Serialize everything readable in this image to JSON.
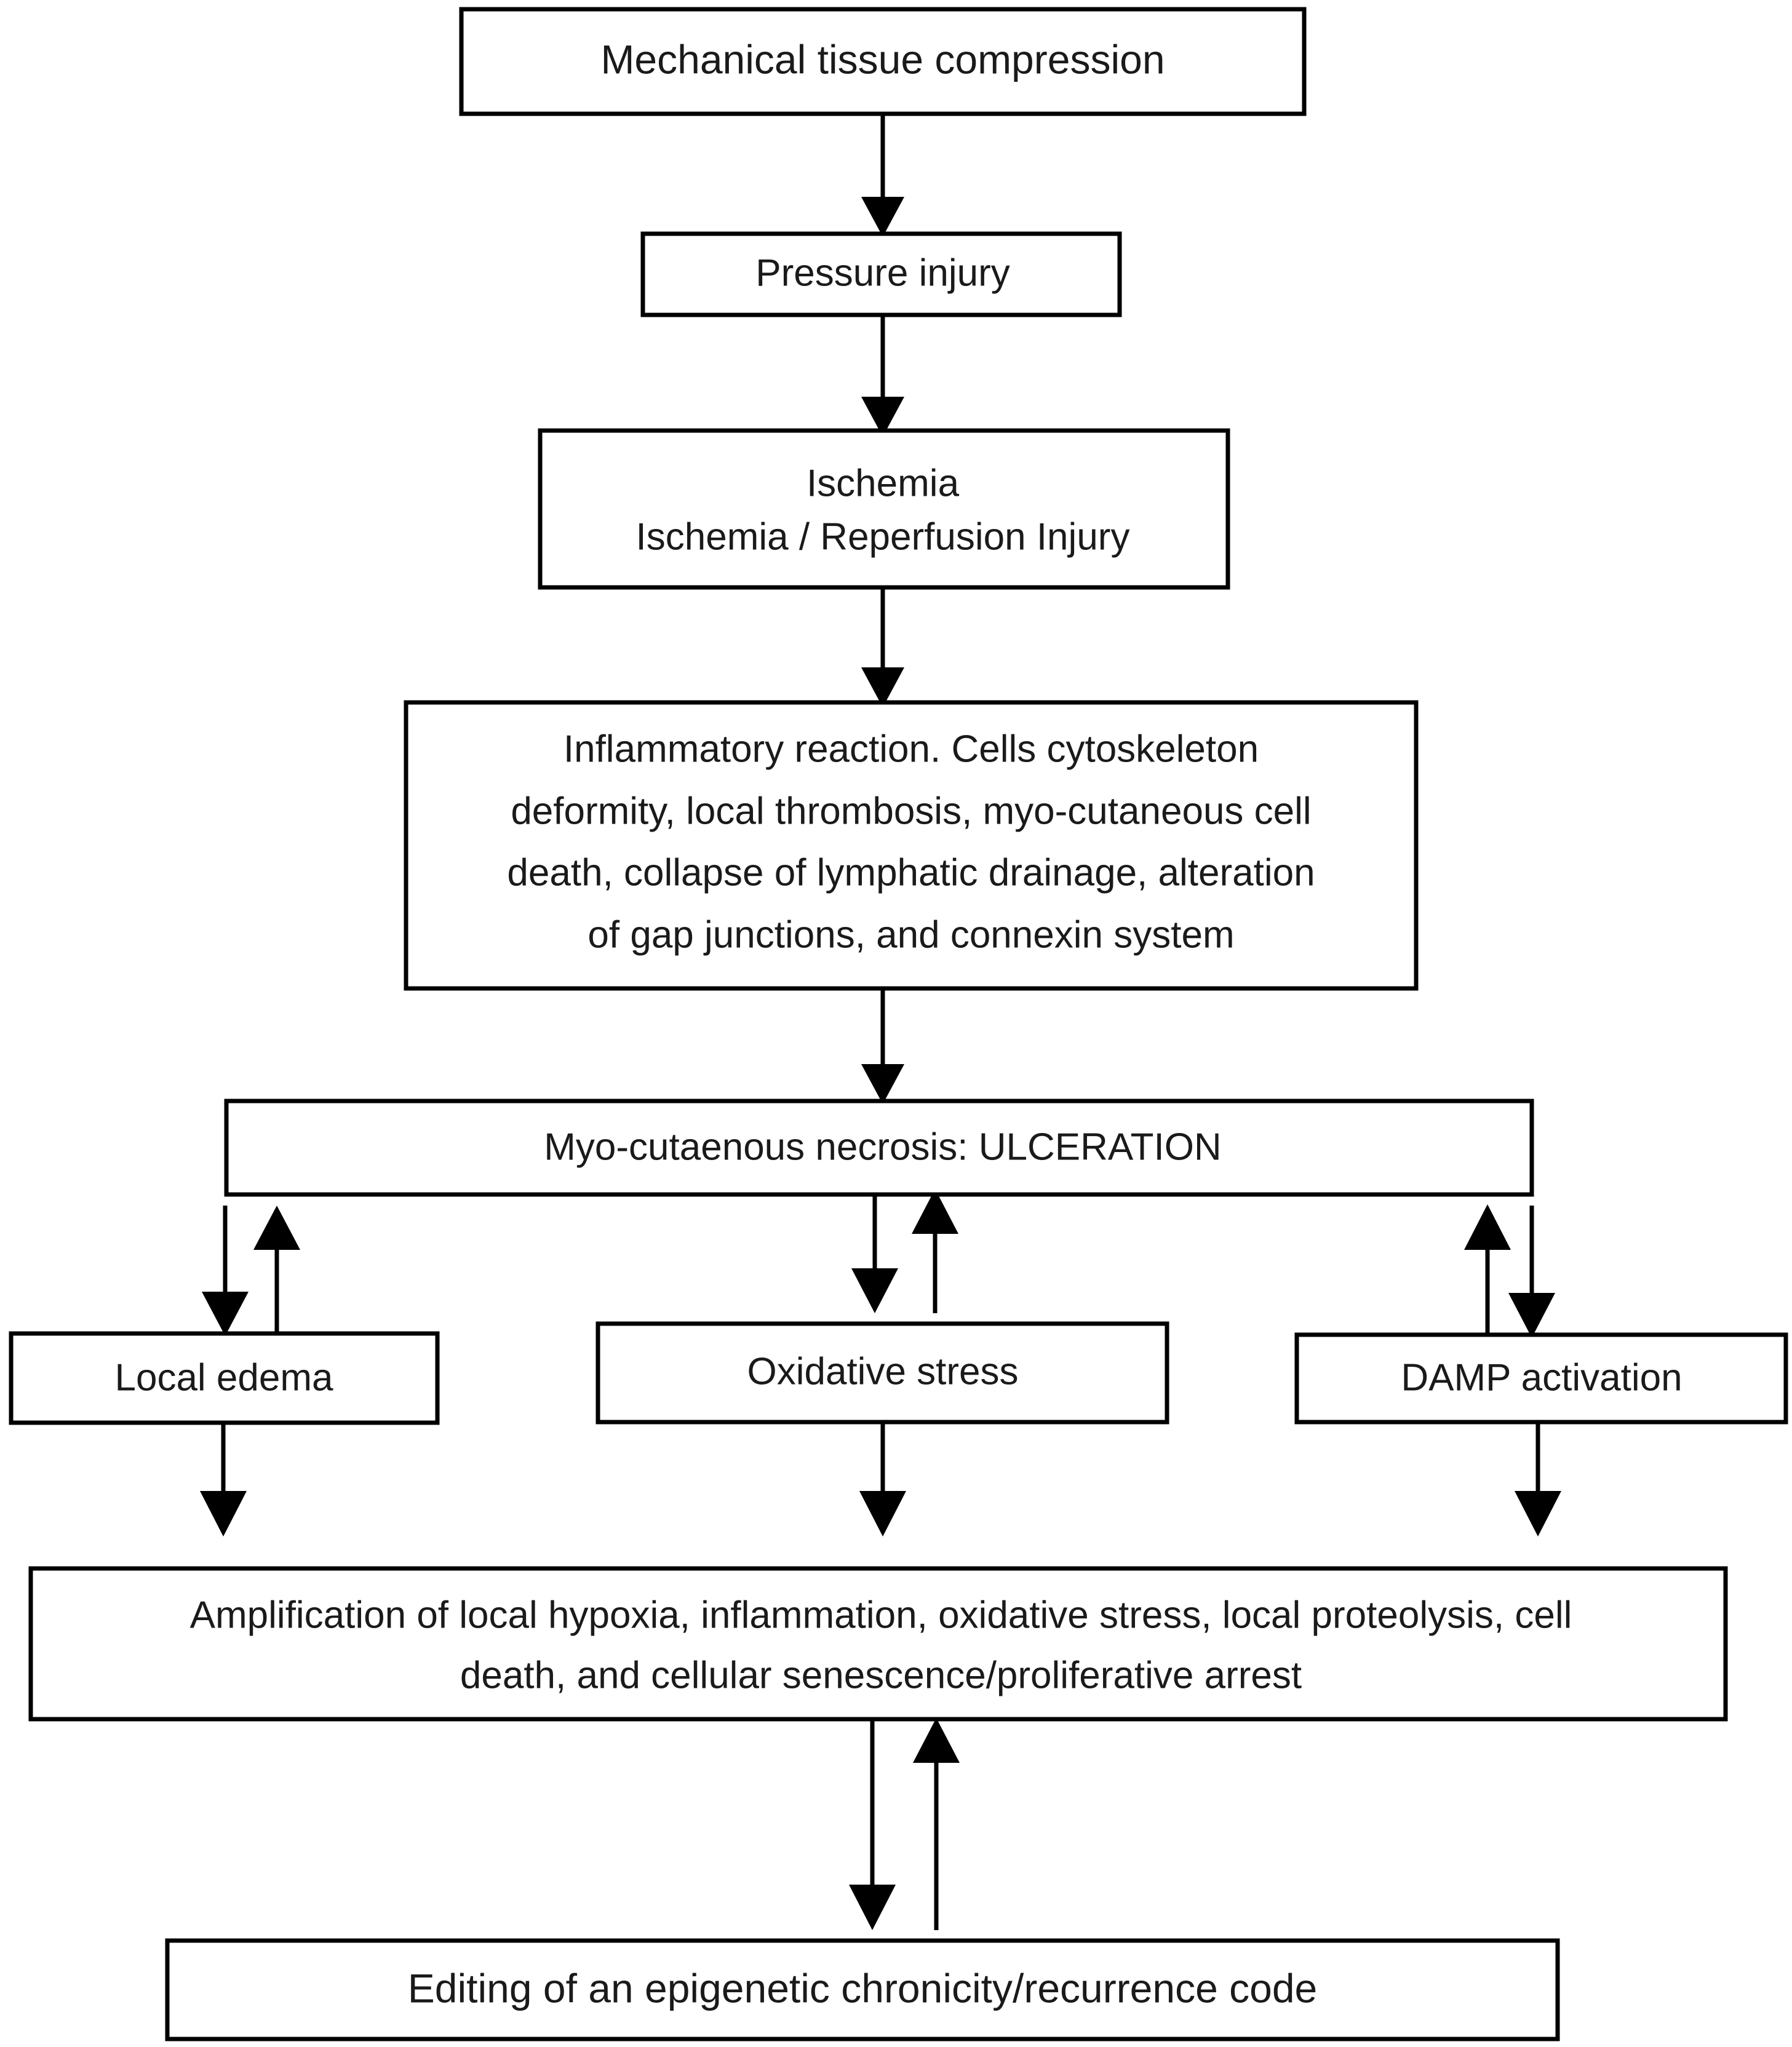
{
  "diagram": {
    "title": "Pressure injury pathophysiology flowchart",
    "background_color": "#ffffff",
    "line_color": "#000000",
    "text_color": "#1a1a1a",
    "nodes": [
      {
        "id": "mechanical-tissue-compression",
        "lines": [
          "Mechanical tissue compression"
        ]
      },
      {
        "id": "pressure-injury",
        "lines": [
          "Pressure injury"
        ]
      },
      {
        "id": "ischemia",
        "lines": [
          "Ischemia",
          "Ischemia / Reperfusion Injury"
        ]
      },
      {
        "id": "inflammatory-reaction",
        "lines": [
          "Inflammatory reaction. Cells cytoskeleton",
          "deformity, local thrombosis, myo-cutaneous cell",
          "death, collapse of lymphatic drainage, alteration",
          "of gap junctions, and connexin system"
        ]
      },
      {
        "id": "ulceration",
        "lines": [
          "Myo-cutaenous necrosis: ULCERATION"
        ]
      },
      {
        "id": "local-edema",
        "lines": [
          "Local edema"
        ]
      },
      {
        "id": "oxidative-stress",
        "lines": [
          "Oxidative stress"
        ]
      },
      {
        "id": "damp-activation",
        "lines": [
          "DAMP activation"
        ]
      },
      {
        "id": "amplification",
        "lines": [
          "Amplification of local hypoxia, inflammation, oxidative stress, local proteolysis, cell",
          "death, and cellular senescence/proliferative arrest"
        ]
      },
      {
        "id": "epigenetic-code",
        "lines": [
          "Editing of an epigenetic chronicity/recurrence  code"
        ]
      }
    ],
    "edges": [
      {
        "id": "compression-to-injury",
        "from": "mechanical-tissue-compression",
        "to": "pressure-injury",
        "direction": "down"
      },
      {
        "id": "injury-to-ischemia",
        "from": "pressure-injury",
        "to": "ischemia",
        "direction": "down"
      },
      {
        "id": "ischemia-to-inflammatory",
        "from": "ischemia",
        "to": "inflammatory-reaction",
        "direction": "down"
      },
      {
        "id": "inflammatory-to-ulceration",
        "from": "inflammatory-reaction",
        "to": "ulceration",
        "direction": "down"
      },
      {
        "id": "ulceration-to-local-edema",
        "from": "ulceration",
        "to": "local-edema",
        "direction": "down"
      },
      {
        "id": "local-edema-to-ulceration",
        "from": "local-edema",
        "to": "ulceration",
        "direction": "up"
      },
      {
        "id": "ulceration-to-oxidative-stress",
        "from": "ulceration",
        "to": "oxidative-stress",
        "direction": "down"
      },
      {
        "id": "oxidative-stress-to-ulceration",
        "from": "oxidative-stress",
        "to": "ulceration",
        "direction": "up"
      },
      {
        "id": "damp-activation-to-ulceration",
        "from": "damp-activation",
        "to": "ulceration",
        "direction": "up"
      },
      {
        "id": "ulceration-to-damp-activation",
        "from": "ulceration",
        "to": "damp-activation",
        "direction": "down"
      },
      {
        "id": "local-edema-to-amplification",
        "from": "local-edema",
        "to": "amplification",
        "direction": "down"
      },
      {
        "id": "oxidative-stress-to-amplification",
        "from": "oxidative-stress",
        "to": "amplification",
        "direction": "down"
      },
      {
        "id": "damp-activation-to-amplification",
        "from": "damp-activation",
        "to": "amplification",
        "direction": "down"
      },
      {
        "id": "amplification-to-epigenetic",
        "from": "amplification",
        "to": "epigenetic-code",
        "direction": "down"
      },
      {
        "id": "epigenetic-to-amplification",
        "from": "epigenetic-code",
        "to": "amplification",
        "direction": "up"
      }
    ]
  }
}
